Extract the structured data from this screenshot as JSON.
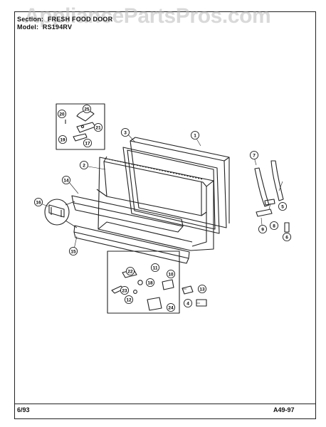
{
  "header": {
    "section_label": "Section:",
    "section_value": "FRESH FOOD DOOR",
    "model_label": "Model:",
    "model_value": "RS194RV"
  },
  "watermark": "AppliancePartsPros.com",
  "footer": {
    "date": "6/93",
    "page_code": "A49-97"
  },
  "callouts": [
    "1",
    "2",
    "3",
    "4",
    "5",
    "6",
    "7",
    "8",
    "9",
    "10",
    "11",
    "12",
    "13",
    "14",
    "15",
    "16",
    "17",
    "18",
    "19",
    "20",
    "21",
    "22",
    "23",
    "24",
    "25"
  ]
}
